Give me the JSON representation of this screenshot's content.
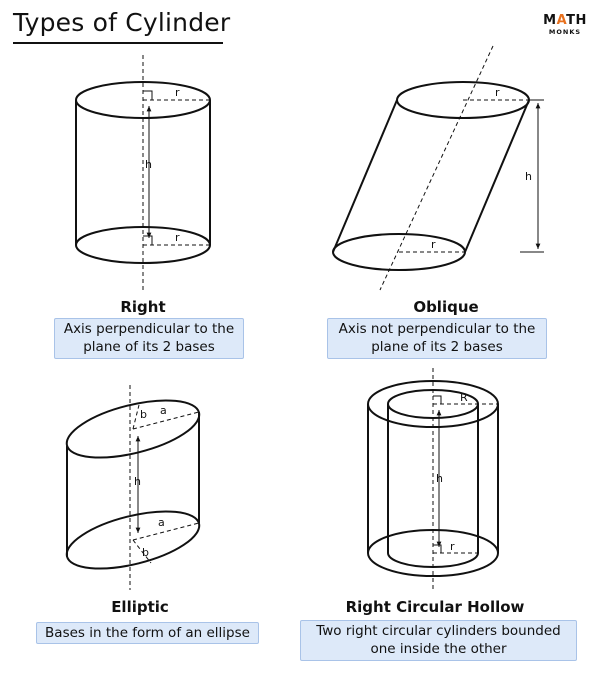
{
  "title": "Types of Cylinder",
  "logo": {
    "main": "MATH",
    "sub": "MONKS",
    "accent_color": "#e8711e"
  },
  "colors": {
    "caption_bg": "#dde9f9",
    "caption_border": "#a9c3e8",
    "line": "#111111"
  },
  "panels": {
    "right": {
      "title": "Right",
      "description": "Axis perpendicular to the plane of its 2 bases",
      "labels": {
        "r_top": "r",
        "r_bottom": "r",
        "h": "h"
      }
    },
    "oblique": {
      "title": "Oblique",
      "description": "Axis not perpendicular to the plane of its 2 bases",
      "labels": {
        "r_top": "r",
        "r_bottom": "r",
        "h": "h"
      }
    },
    "elliptic": {
      "title": "Elliptic",
      "description": "Bases in the form of an ellipse",
      "labels": {
        "a_top": "a",
        "b_top": "b",
        "a_bottom": "a",
        "b_bottom": "b",
        "h": "h"
      }
    },
    "hollow": {
      "title": "Right Circular Hollow",
      "description": "Two right circular cylinders bounded one inside the other",
      "labels": {
        "R": "R",
        "r": "r",
        "h": "h"
      }
    }
  }
}
